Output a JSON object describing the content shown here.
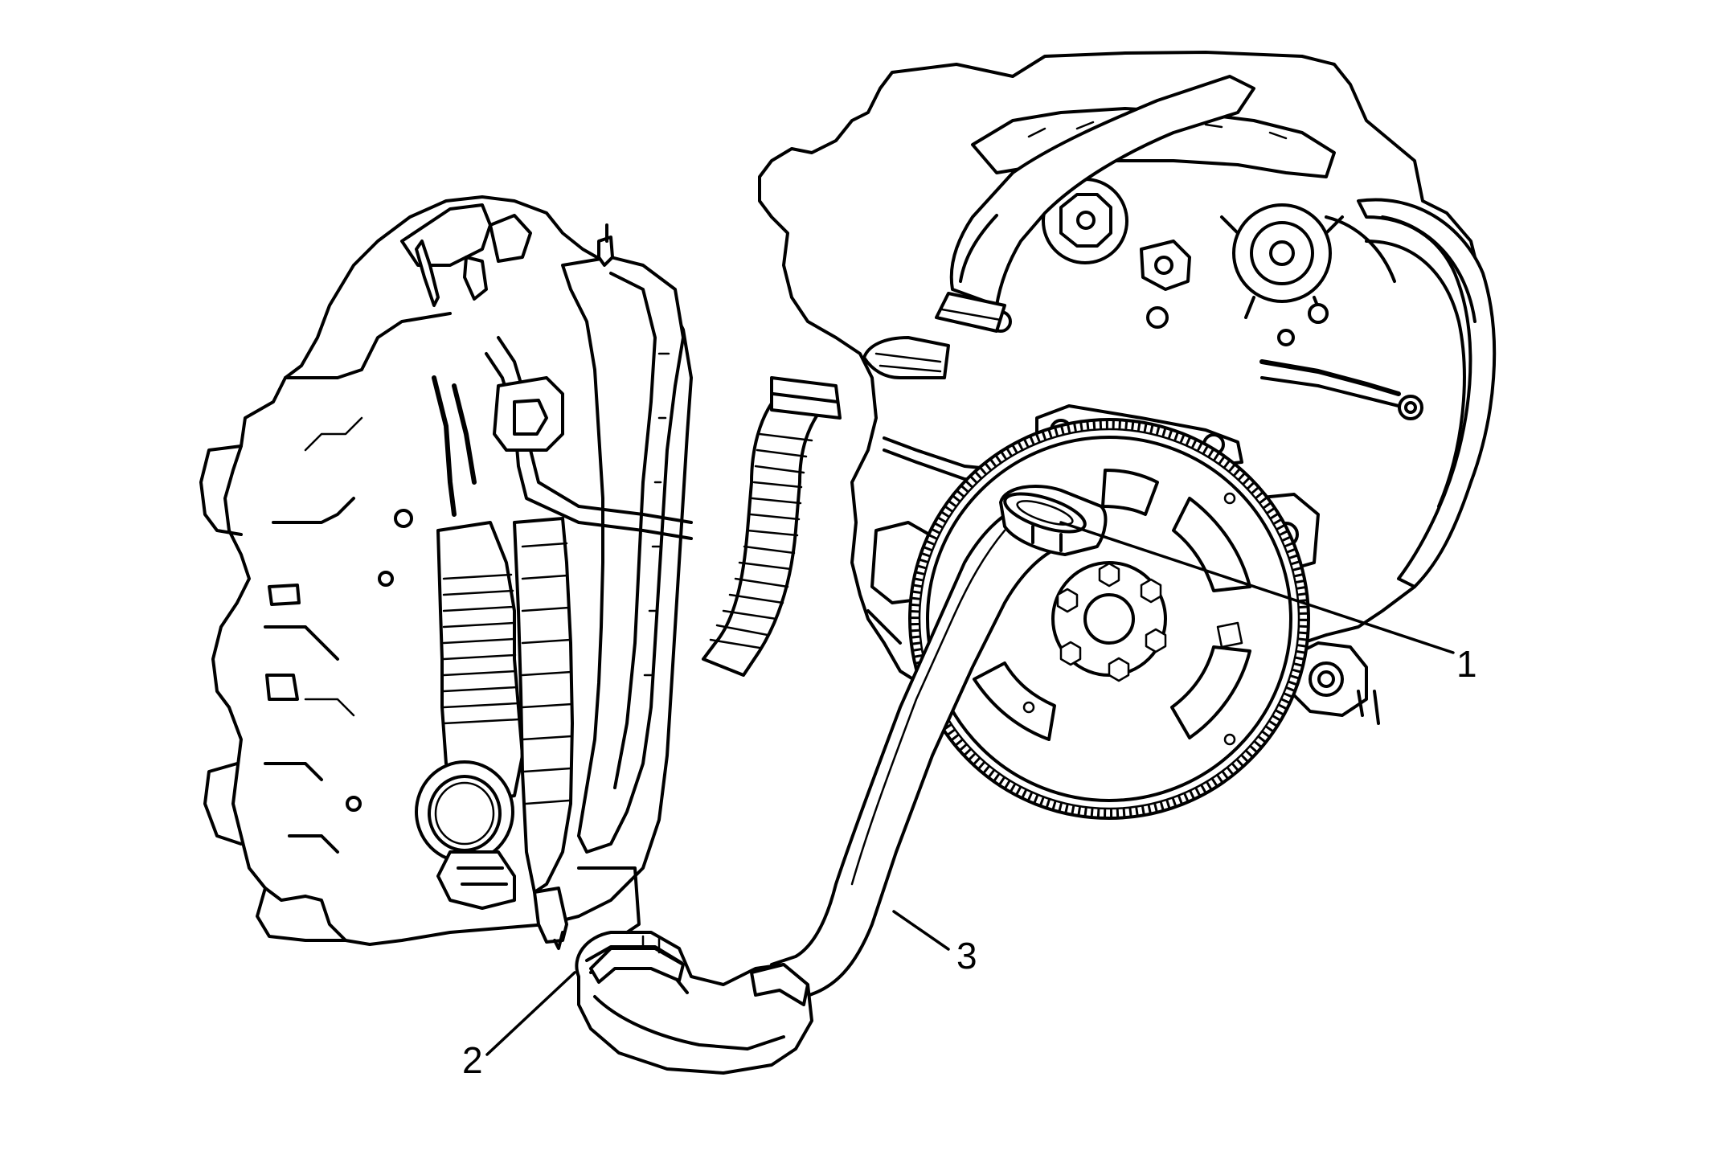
{
  "callouts": [
    {
      "id": "1",
      "label": "1"
    },
    {
      "id": "2",
      "label": "2"
    },
    {
      "id": "3",
      "label": "3"
    }
  ],
  "icons": {
    "engine": "engine-block-drawing",
    "transmission": "transmission-drawing",
    "flywheel": "flywheel-drawing",
    "hose": "cooler-hose-drawing"
  }
}
